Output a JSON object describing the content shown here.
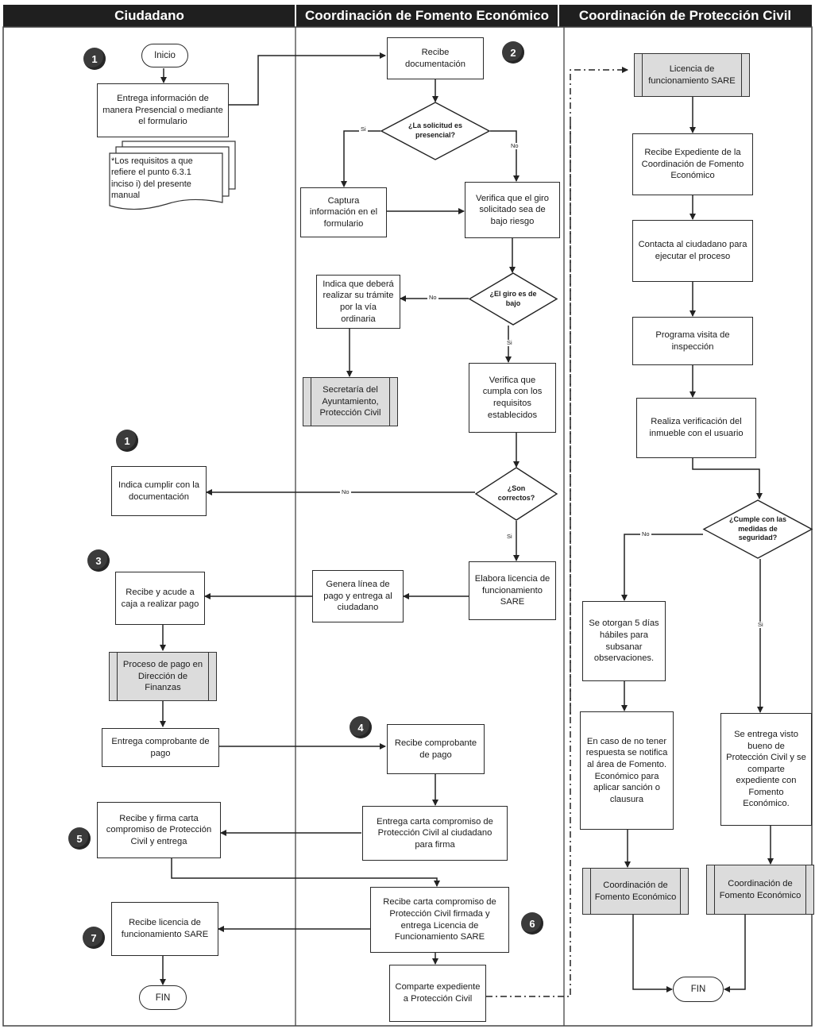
{
  "lanes": {
    "ciudadano": "Ciudadano",
    "fomento": "Coordinación de Fomento Económico",
    "proteccion": "Coordinación de Protección Civil"
  },
  "colors": {
    "header_bg": "#1f1f1f",
    "subprocess_fill": "#dcdcdc",
    "badge_fill": "#3b3b3b"
  },
  "terminals": {
    "inicio": "Inicio",
    "fin": "FIN"
  },
  "badges": {
    "step_1": "1",
    "step_2": "2",
    "step_3": "3",
    "step_4": "4",
    "step_5": "5",
    "step_6": "6",
    "step_7": "7"
  },
  "ciudadano": {
    "entrega": "Entrega información de manera Presencial o mediante el formulario",
    "requisitos": "*Los requisitos a que refiere el punto 6.3.1 inciso i) del presente manual",
    "indica_cumplir": "Indica cumplir con la documentación",
    "recibe_acude": "Recibe y acude a caja a realizar pago",
    "proceso_pago": "Proceso de pago en Dirección de Finanzas",
    "entrega_comprobante": "Entrega comprobante de pago",
    "recibe_firma": "Recibe y firma carta compromiso de Protección Civil y entrega",
    "recibe_licencia": "Recibe licencia de funcionamiento SARE"
  },
  "fomento": {
    "recibe_doc": "Recibe documentación",
    "d_presencial": "¿La solicitud es presencial?",
    "captura": "Captura información en el formulario",
    "verifica_giro": "Verifica que el giro solicitado sea de bajo riesgo",
    "d_giro": "¿El giro es de bajo",
    "indica_tramite": "Indica que deberá realizar su trámite por la vía ordinaria",
    "secretaria": "Secretaría del Ayuntamiento, Protección Civil",
    "verifica_req": "Verifica que cumpla con los requisitos establecidos",
    "d_correctos": "¿Son correctos?",
    "elabora": "Elabora licencia de funcionamiento SARE",
    "genera_linea": "Genera línea de pago y entrega al ciudadano",
    "recibe_comprobante": "Recibe comprobante de pago",
    "entrega_carta": "Entrega carta compromiso de Protección Civil al ciudadano para firma",
    "recibe_carta": "Recibe carta compromiso de Protección Civil firmada y entrega Licencia de Funcionamiento SARE",
    "comparte": "Comparte expediente a Protección Civil"
  },
  "proteccion": {
    "licencia_sare": "Licencia de funcionamiento SARE",
    "recibe_exp": "Recibe Expediente de la Coordinación de Fomento Económico",
    "contacta": "Contacta al ciudadano para ejecutar el proceso",
    "programa": "Programa visita de inspección",
    "realiza": "Realiza verificación del inmueble con el usuario",
    "d_cumple": "¿Cumple con las medidas de seguridad?",
    "otorgan": "Se otorgan 5 días hábiles para subsanar observaciones.",
    "en_caso": "En caso de no tener respuesta se notifica al área de Fomento. Económico para aplicar sanción o clausura",
    "visto_bueno": "Se entrega visto bueno de Protección Civil y se comparte expediente con Fomento Económico.",
    "coord_fomento_1": "Coordinación de Fomento Económico",
    "coord_fomento_2": "Coordinación de Fomento Económico"
  },
  "flow_labels": {
    "si": "Si",
    "no": "No"
  }
}
